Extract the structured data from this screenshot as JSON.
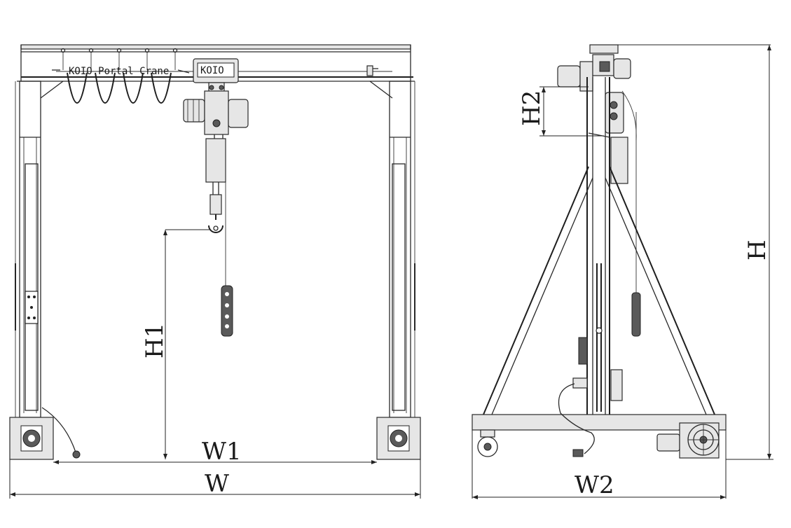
{
  "diagram": {
    "front_view": {
      "banner_text": "KOIO Portal Crane",
      "hoist_brand": "KOIO"
    },
    "dimension_labels": {
      "h1": "H1",
      "w1": "W1",
      "w": "W",
      "h2": "H2",
      "h": "H",
      "w2": "W2"
    }
  }
}
